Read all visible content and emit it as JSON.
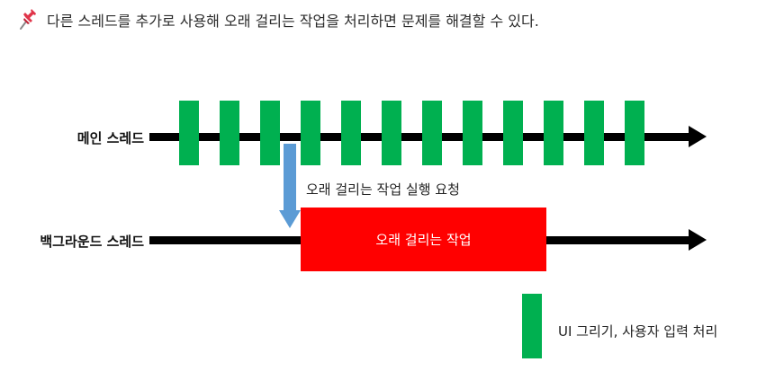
{
  "heading": {
    "icon": "pushpin-icon",
    "text": "다른 스레드를 추가로 사용해 오래 걸리는 작업을 처리하면 문제를 해결할 수 있다."
  },
  "main_thread": {
    "label": "메인 스레드",
    "tick_count": 12
  },
  "background_thread": {
    "label": "백그라운드 스레드"
  },
  "request": {
    "text": "오래 걸리는 작업 실행 요청"
  },
  "task": {
    "text": "오래 걸리는 작업"
  },
  "legend": {
    "text": "UI 그리기, 사용자 입력 처리"
  },
  "colors": {
    "ui_work": "#00b050",
    "long_task": "#ff0000",
    "request_arrow": "#5b9bd5",
    "timeline": "#000000"
  }
}
